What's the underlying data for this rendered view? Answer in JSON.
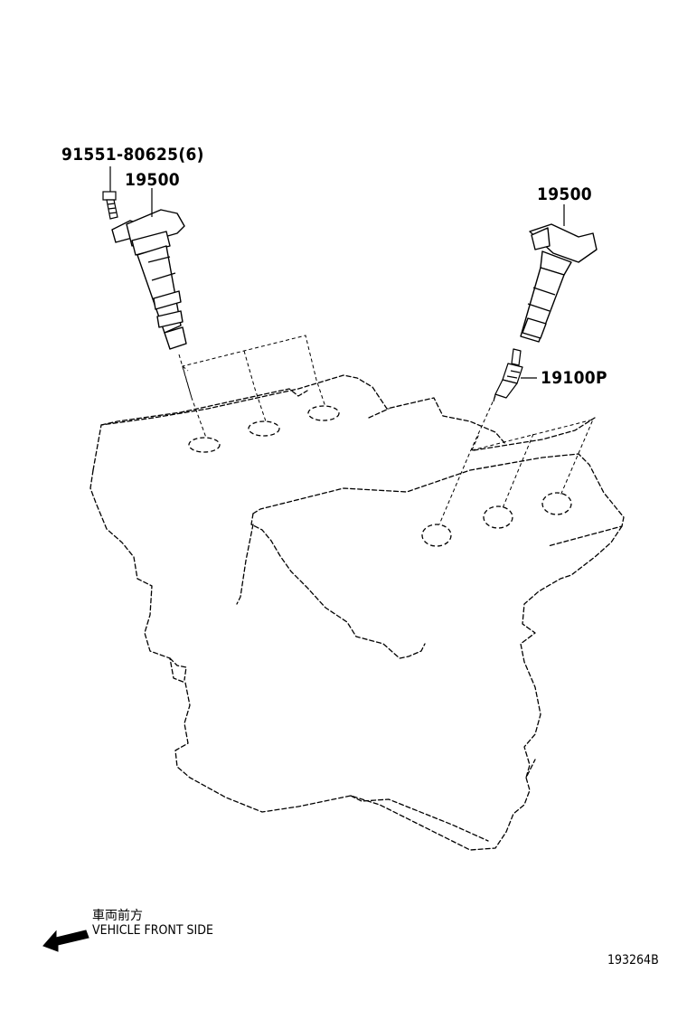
{
  "diagram": {
    "labels": {
      "bolt": "91551-80625(6)",
      "coil_left": "19500",
      "coil_right": "19500",
      "spark_plug": "19100P"
    },
    "front_indicator": {
      "jp": "車両前方",
      "en": "VEHICLE FRONT SIDE"
    },
    "figure_id": "193264B"
  }
}
